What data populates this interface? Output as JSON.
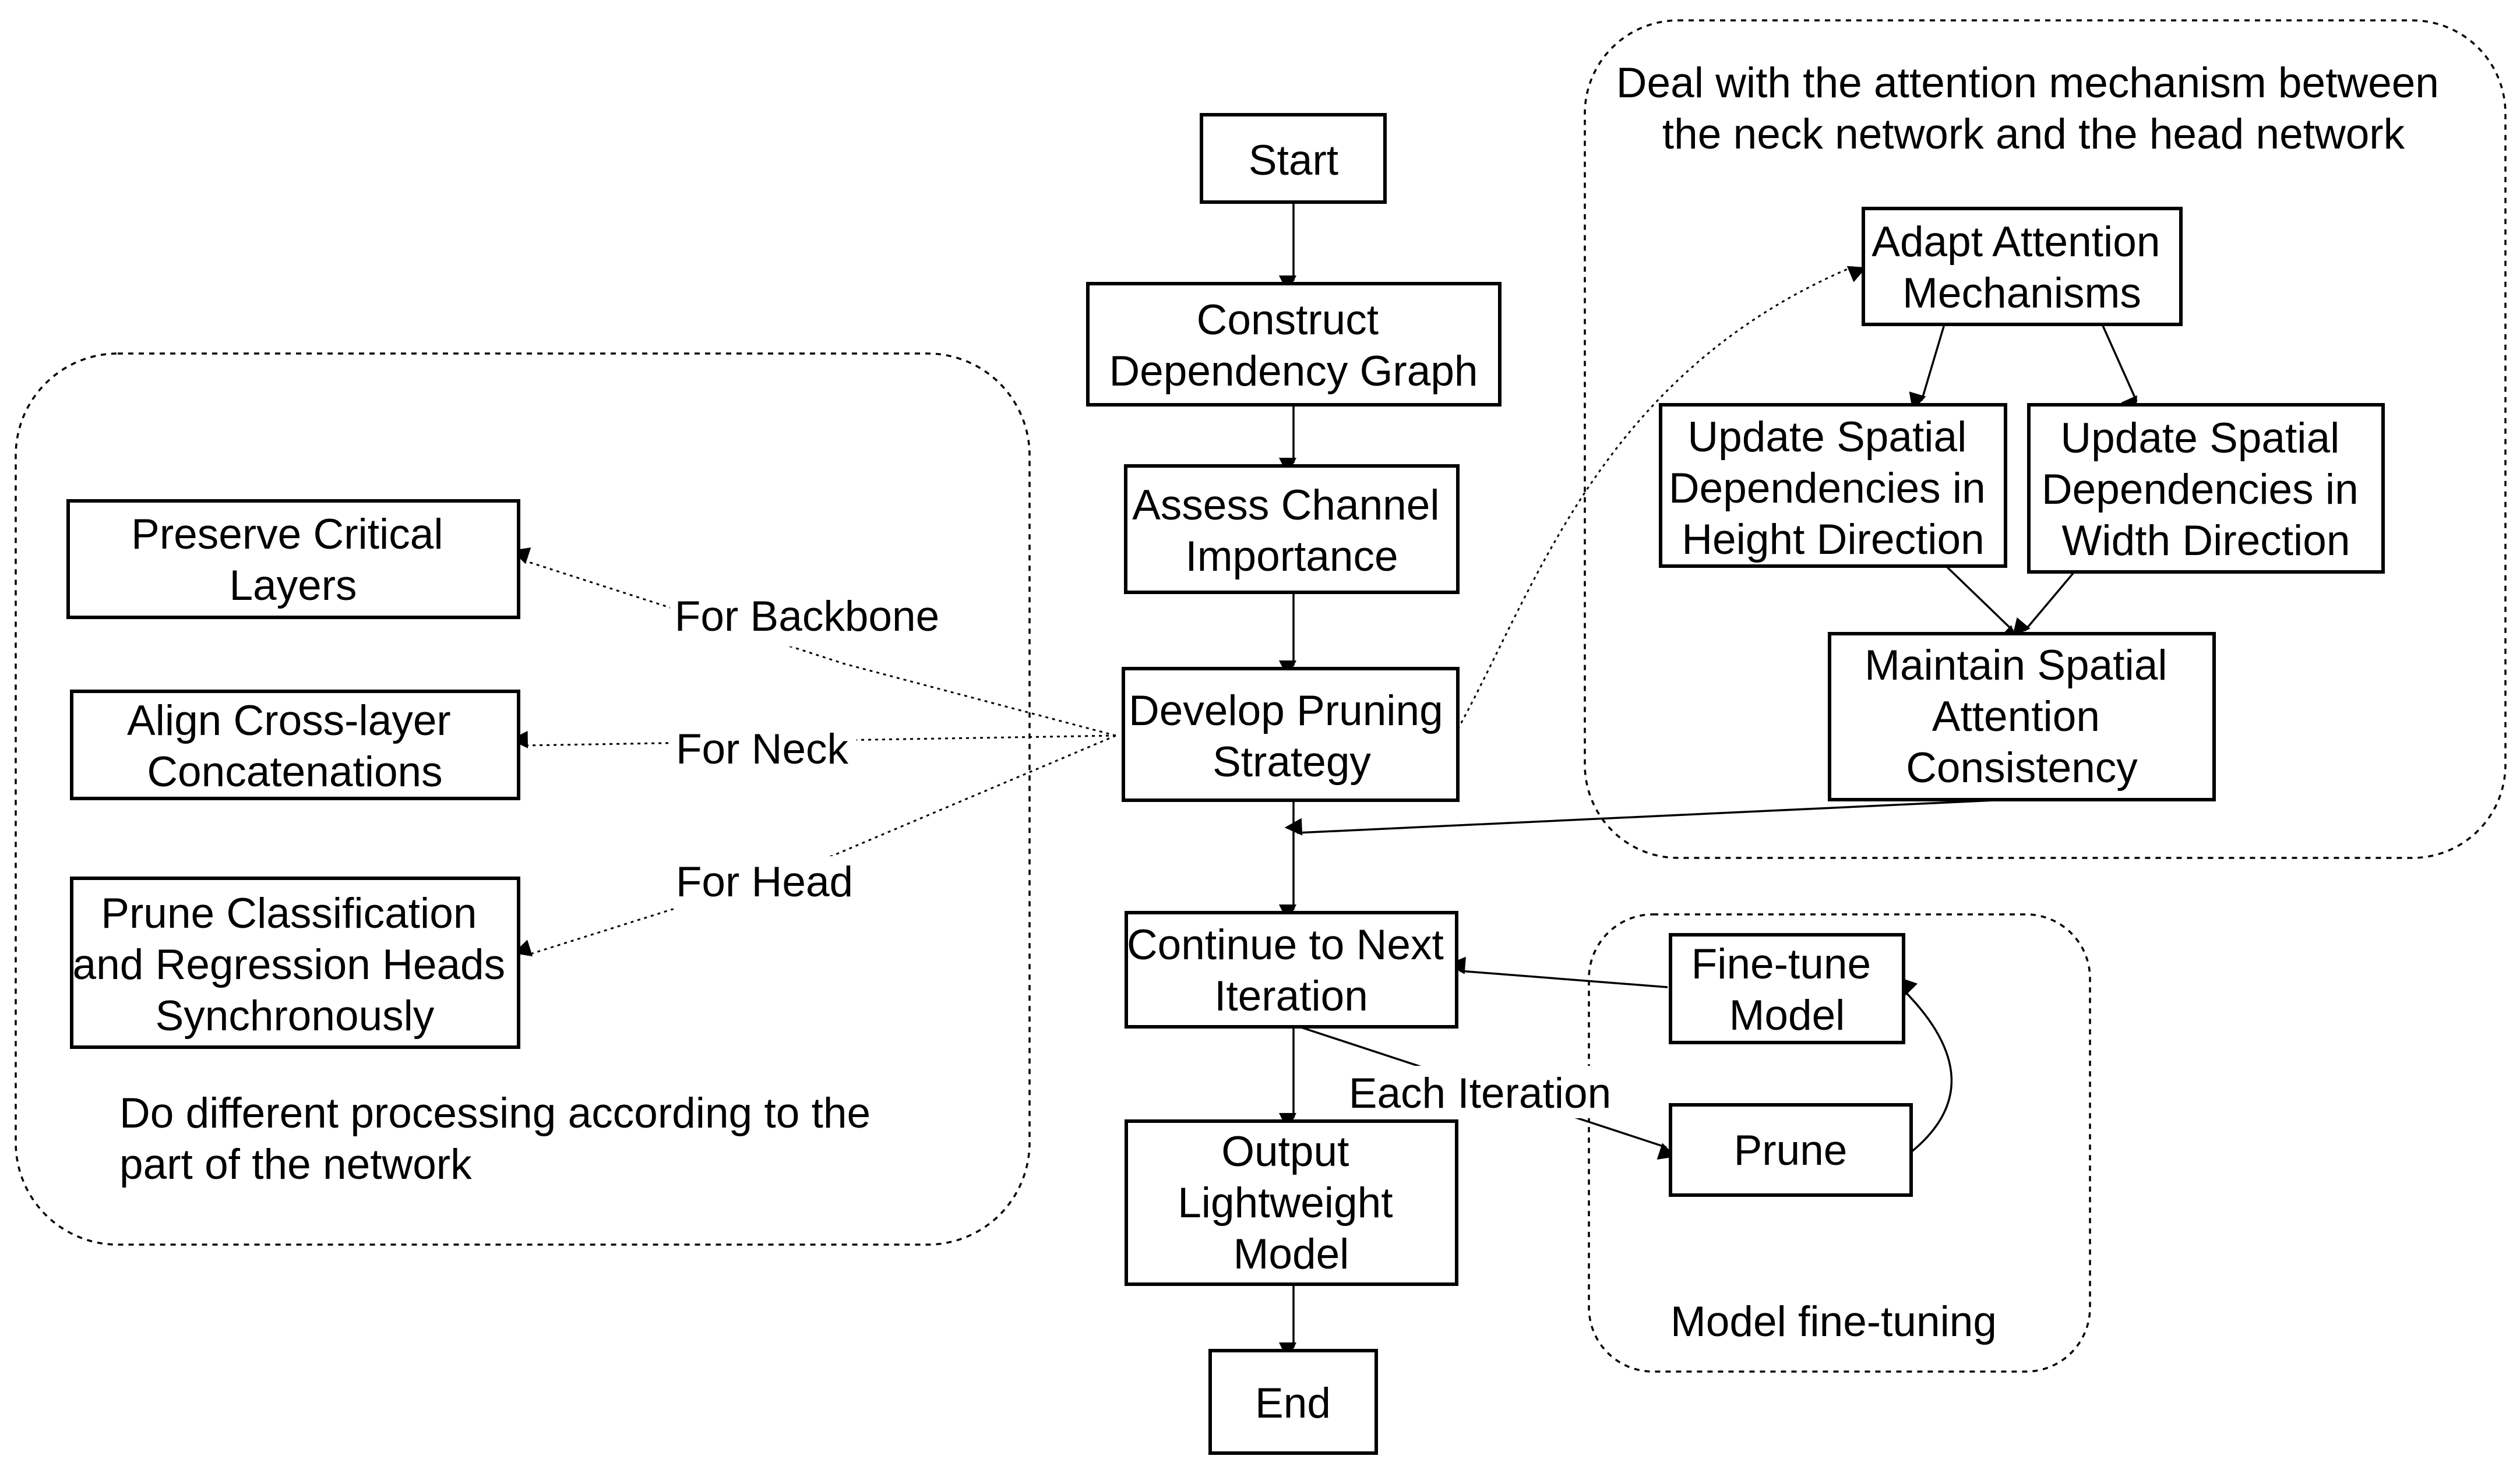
{
  "groups": {
    "attention": {
      "caption": [
        "Deal with the attention mechanism between",
        "the neck network and the head network"
      ]
    },
    "network": {
      "caption": [
        "Do different processing according to the",
        "part of the network"
      ]
    },
    "finetune": {
      "caption": [
        "Model fine-tuning"
      ]
    }
  },
  "nodes": {
    "start": [
      "Start"
    ],
    "construct": [
      "Construct",
      "Dependency Graph"
    ],
    "assess": [
      "Assess Channel",
      "Importance"
    ],
    "develop": [
      "Develop Pruning",
      "Strategy"
    ],
    "continue_iter": [
      "Continue to Next",
      "Iteration"
    ],
    "output": [
      "Output",
      "Lightweight",
      "Model"
    ],
    "end": [
      "End"
    ],
    "preserve": [
      "Preserve Critical",
      "Layers"
    ],
    "align": [
      "Align Cross-layer",
      "Concatenations"
    ],
    "prune_heads": [
      "Prune Classification",
      "and Regression Heads",
      "Synchronously"
    ],
    "adapt": [
      "Adapt Attention",
      "Mechanisms"
    ],
    "update_h": [
      "Update Spatial",
      "Dependencies in",
      "Height Direction"
    ],
    "update_w": [
      "Update Spatial",
      "Dependencies in",
      "Width Direction"
    ],
    "maintain": [
      "Maintain Spatial",
      "Attention",
      "Consistency"
    ],
    "finetune_model": [
      "Fine-tune",
      "Model"
    ],
    "prune": [
      "Prune"
    ]
  },
  "edge_labels": {
    "for_backbone": "For Backbone",
    "for_neck": "For Neck",
    "for_head": "For Head",
    "each_iteration": "Each Iteration"
  }
}
